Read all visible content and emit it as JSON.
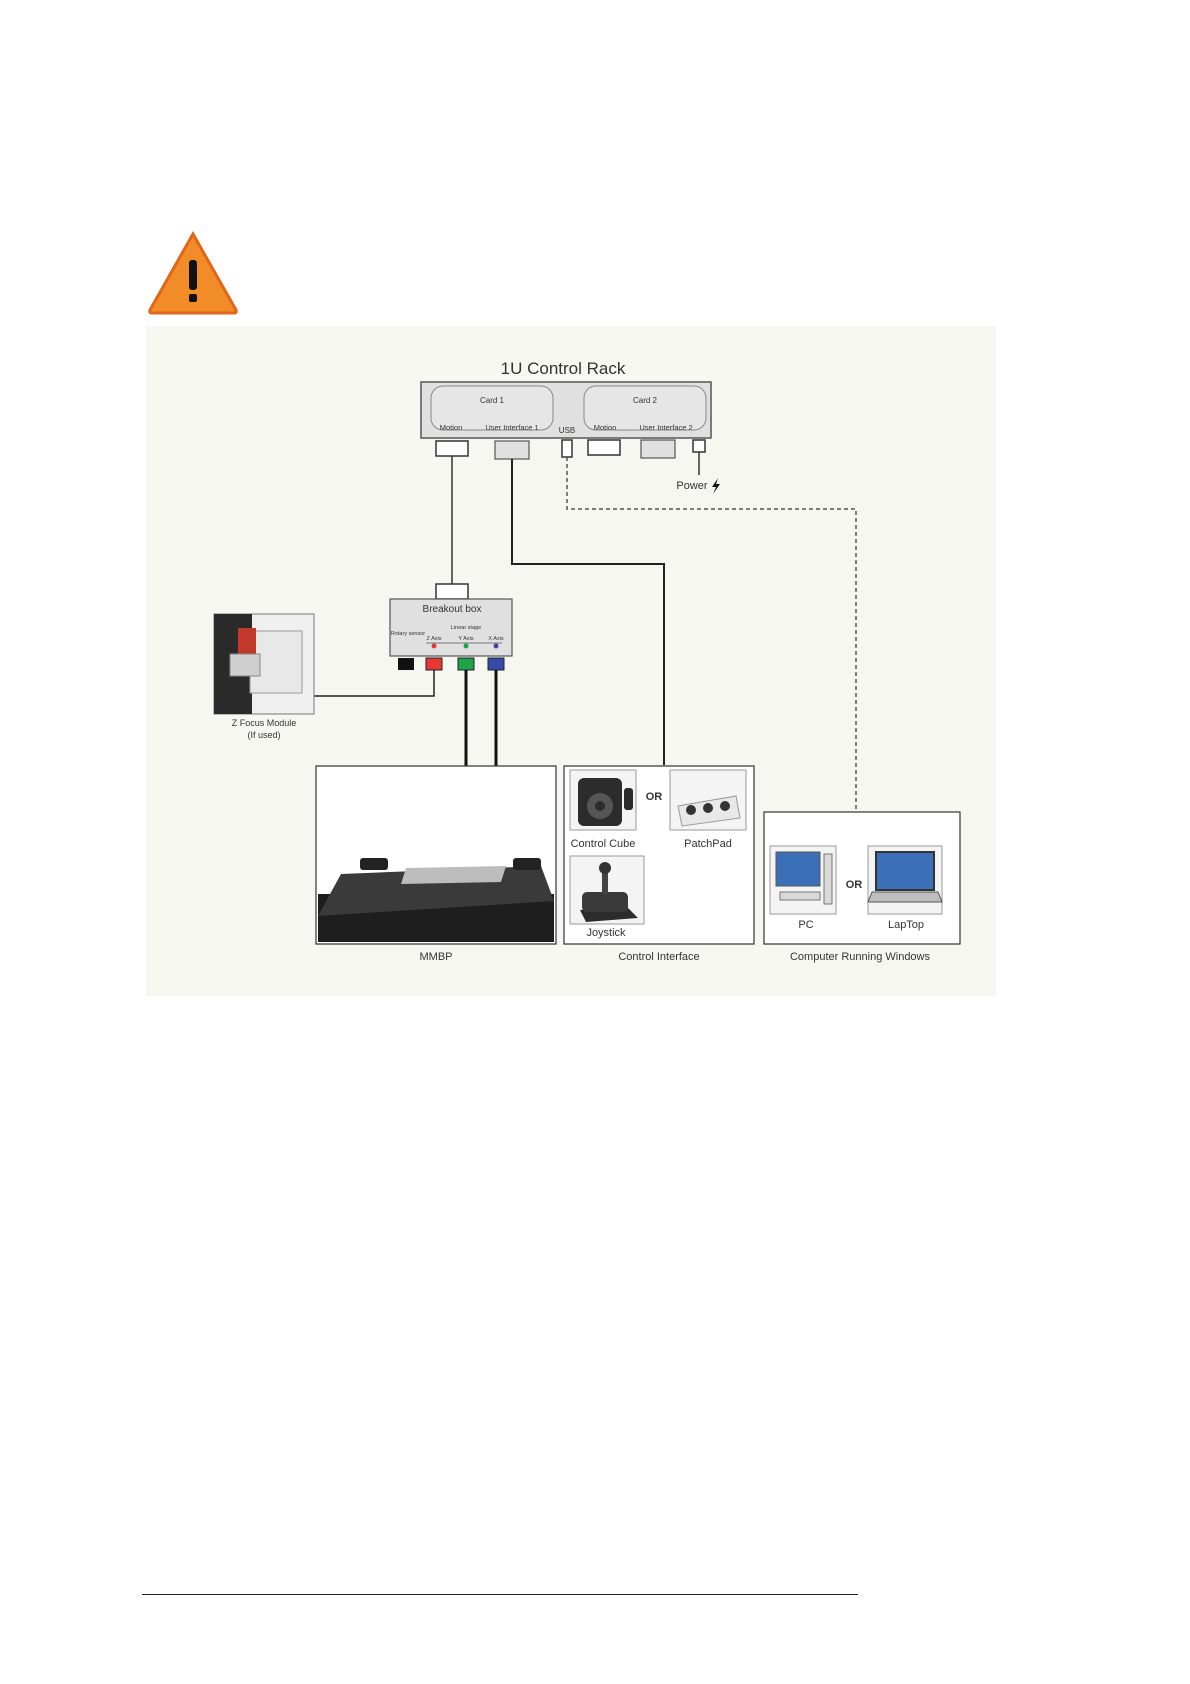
{
  "colors": {
    "warning_fill": "#F28C28",
    "rack_fill": "#E0E0E0",
    "connector_red": "#E53935",
    "connector_green": "#1FA34A",
    "connector_blue": "#3949AB",
    "connector_black": "#111111",
    "diagram_bg": "#F7F7F2"
  },
  "icons": {
    "warning": "warning-triangle-icon",
    "power": "lightning-icon"
  },
  "rack": {
    "title": "1U Control Rack",
    "card1": "Card 1",
    "card2": "Card 2",
    "motion1": "Motion",
    "ui1": "User Interface 1",
    "usb": "USB",
    "motion2": "Motion",
    "ui2": "User Interface 2",
    "power": "Power"
  },
  "breakout": {
    "title": "Breakout box",
    "rotary": "Rotary sensor",
    "linear": "Linear stage",
    "z_axis": "Z Axis",
    "y_axis": "Y Axis",
    "x_axis": "X Axis"
  },
  "zfocus": {
    "name": "Z Focus Module",
    "note": "(If used)"
  },
  "mmbp": {
    "label": "MMBP"
  },
  "control": {
    "cube": "Control Cube",
    "or": "OR",
    "patchpad": "PatchPad",
    "joystick": "Joystick",
    "label": "Control Interface"
  },
  "computer": {
    "pc": "PC",
    "or": "OR",
    "laptop": "LapTop",
    "label": "Computer Running Windows"
  }
}
